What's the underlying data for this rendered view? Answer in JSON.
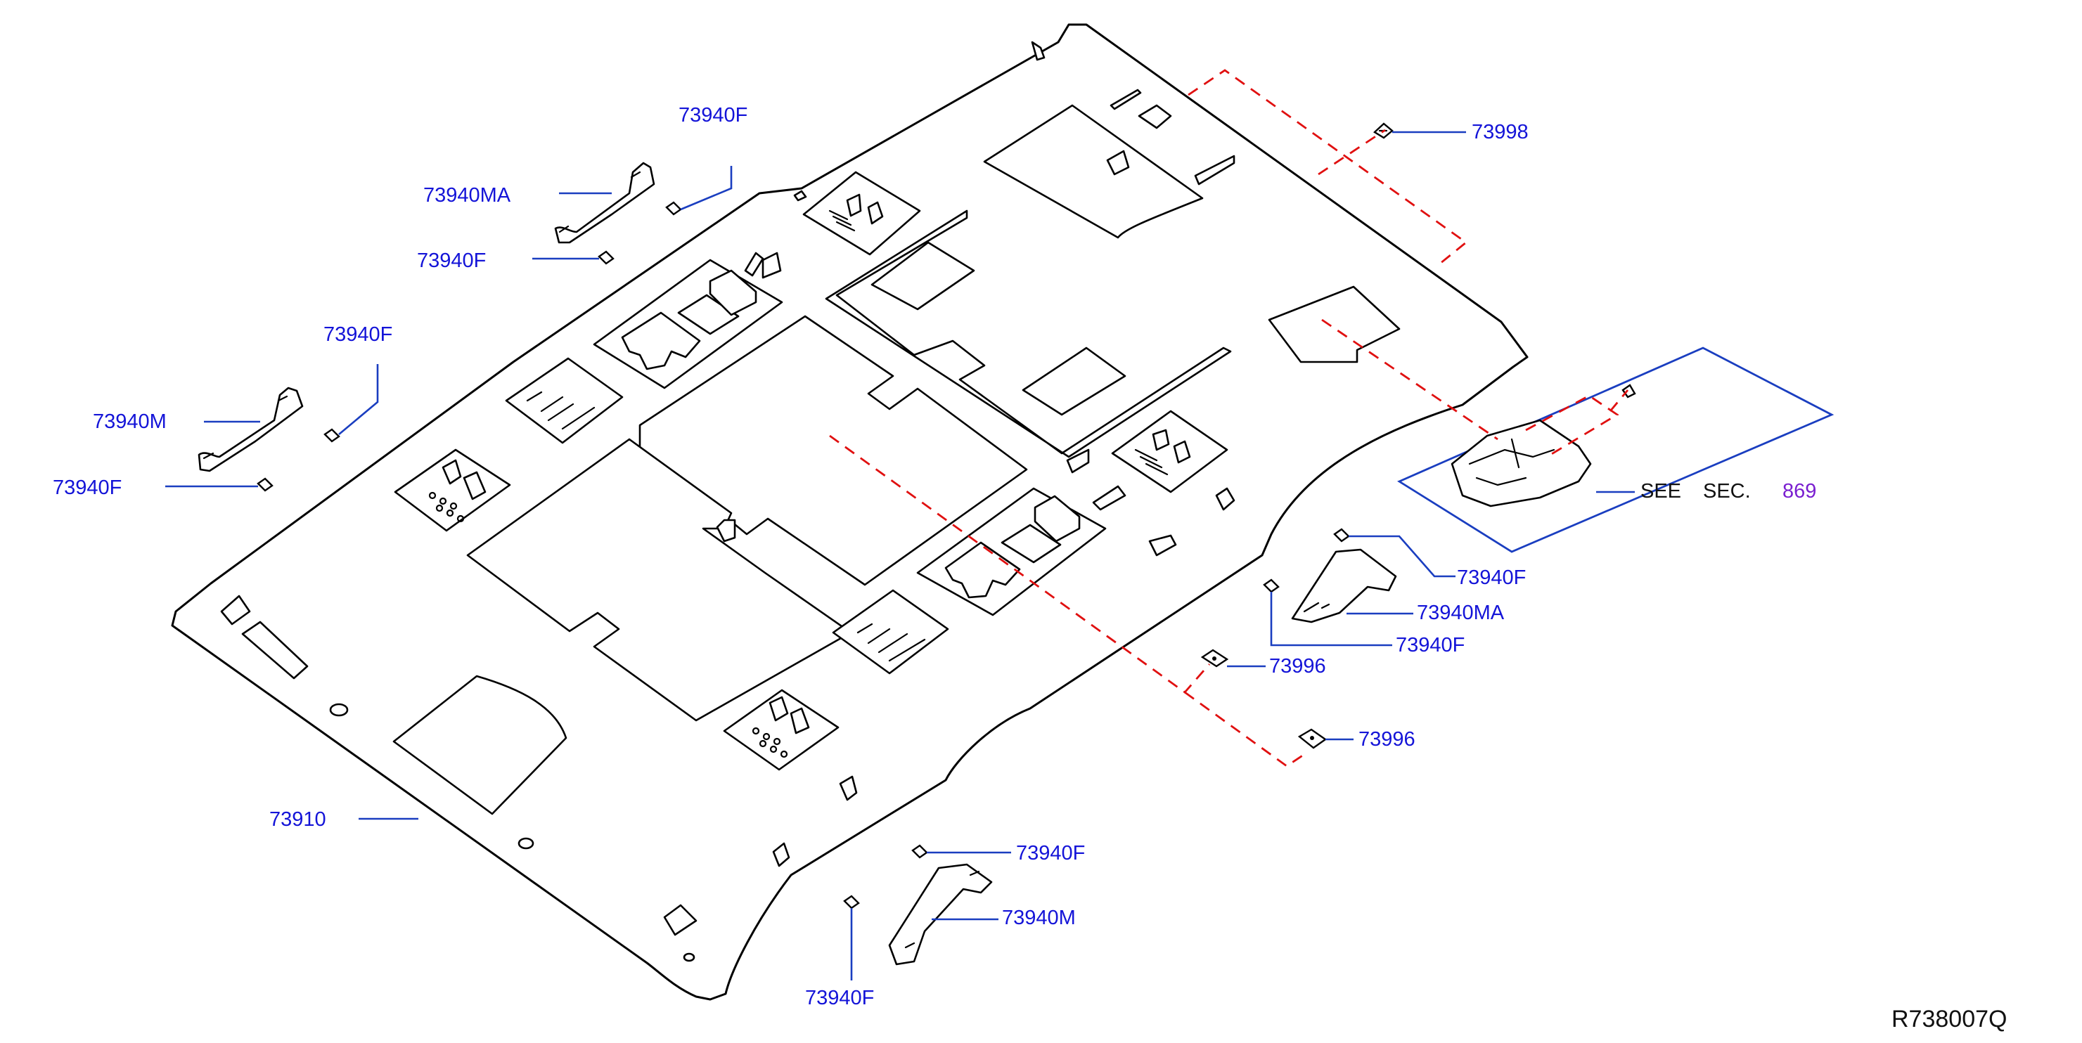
{
  "parts": {
    "headlining": "73910",
    "grip_rear_left": "73940M",
    "grip_front_left": "73940MA",
    "grip_front_right": "73940MA",
    "grip_rear_right": "73940M",
    "bracket_f1": "73940F",
    "bracket_f2": "73940F",
    "bracket_f3": "73940F",
    "bracket_f4": "73940F",
    "bracket_f5": "73940F",
    "bracket_f6": "73940F",
    "bracket_f7": "73940F",
    "bracket_f8": "73940F",
    "clip_a": "73996",
    "clip_b": "73996",
    "clip_top": "73998"
  },
  "reference": {
    "see": "SEE",
    "sec": "SEC.",
    "number": "869"
  },
  "diagram_code": "R738007Q",
  "colors": {
    "label": "#1414d8",
    "leader": "#1a3ec0",
    "phantom_line": "#e01010",
    "section_number": "#7a1fd0"
  }
}
